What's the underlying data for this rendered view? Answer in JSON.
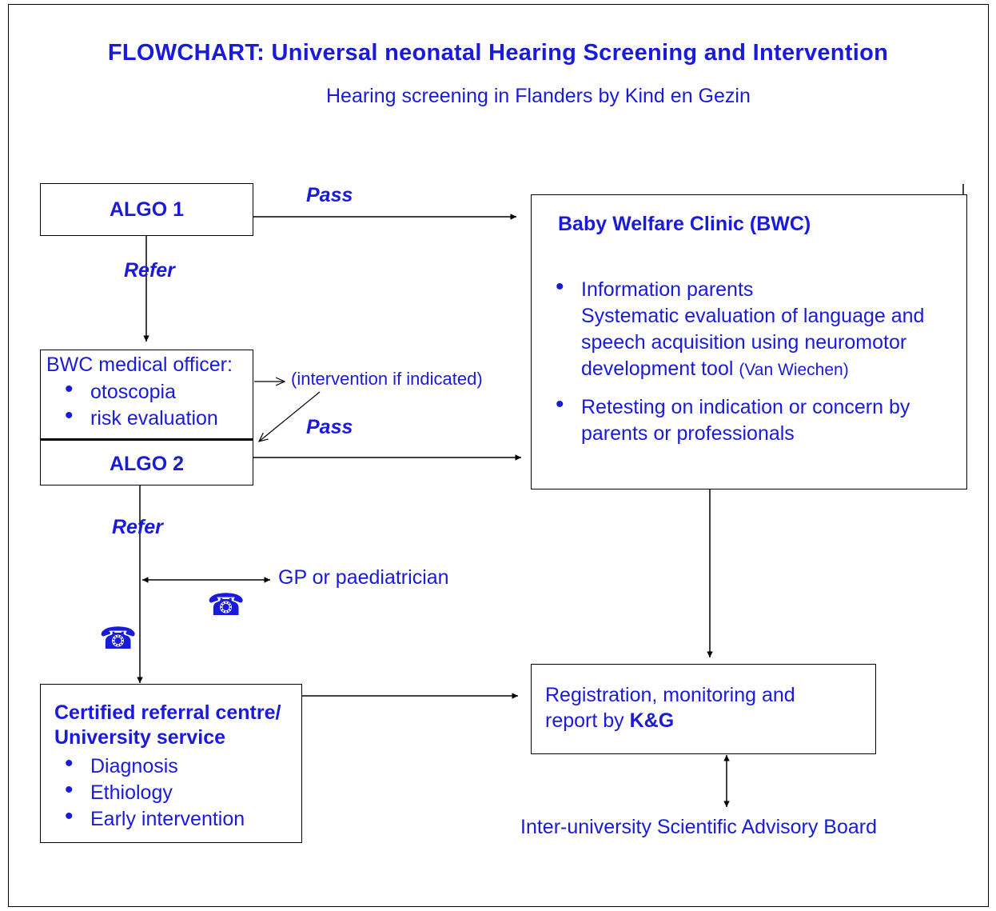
{
  "title": "FLOWCHART:  Universal neonatal Hearing Screening and Intervention",
  "subtitle": "Hearing screening in Flanders by Kind en Gezin",
  "algo1": {
    "label": "ALGO 1"
  },
  "algo2": {
    "label": "ALGO 2"
  },
  "medical_officer": {
    "heading": "BWC medical officer:",
    "items": [
      "otoscopia",
      "risk evaluation"
    ]
  },
  "intervention_note": "(intervention if indicated)",
  "edges": {
    "pass_1": "Pass",
    "pass_2": "Pass",
    "refer_1": "Refer",
    "refer_2": "Refer"
  },
  "bwc": {
    "title": "Baby Welfare Clinic (BWC)",
    "item1_line1": "Information parents",
    "item1_line2": "Systematic evaluation of language and speech acquisition using neuromotor development tool",
    "item1_note": "(Van Wiechen)",
    "item2": "Retesting on indication or concern by parents or professionals"
  },
  "gp": "GP or paediatrician",
  "referral_centre": {
    "title_line1": "Certified referral centre/",
    "title_line2": "University service",
    "items": [
      "Diagnosis",
      "Ethiology",
      "Early intervention"
    ]
  },
  "registration": {
    "text": "Registration, monitoring and report by",
    "bold": "K&G"
  },
  "advisory_board": "Inter-university Scientific Advisory Board",
  "icons": {
    "phone": "telephone-icon"
  },
  "colors": {
    "text": "#1a1ad9",
    "lines": "#000000",
    "background": "#ffffff"
  }
}
